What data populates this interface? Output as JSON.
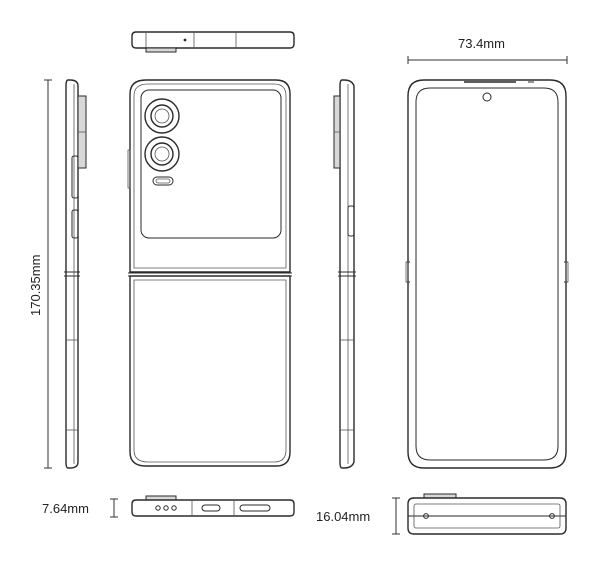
{
  "dimensions": {
    "width_label": "73.4mm",
    "height_label": "170.35mm",
    "thickness_unfolded_label": "7.64mm",
    "thickness_folded_label": "16.04mm"
  },
  "colors": {
    "line": "#2a2a2a",
    "background": "#ffffff",
    "module_fill": "#d8d8d8"
  }
}
